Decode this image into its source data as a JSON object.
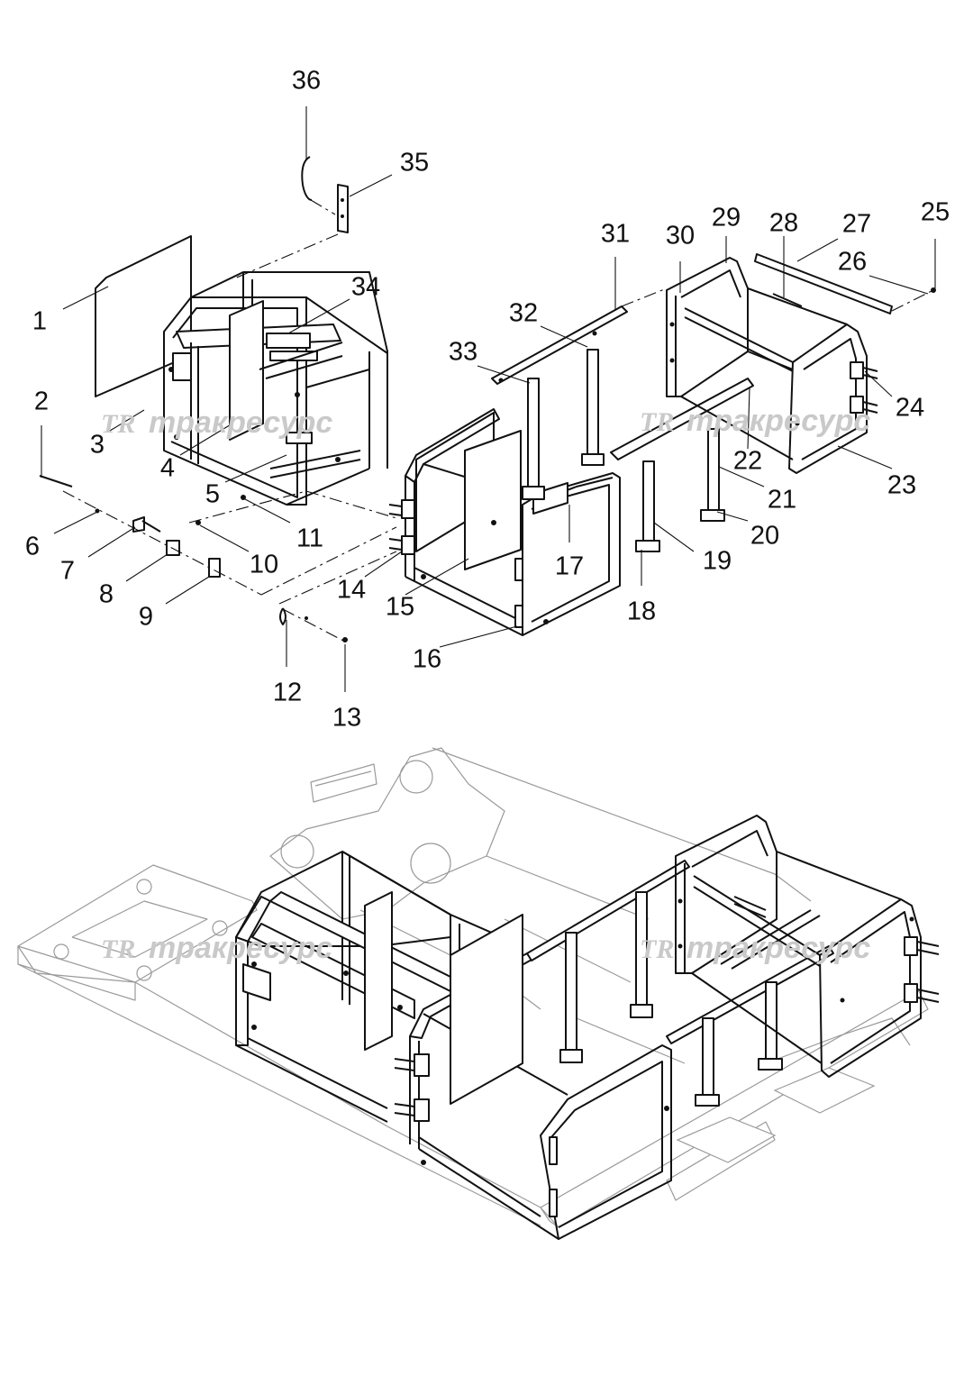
{
  "diagram": {
    "part_labels": [
      "1",
      "2",
      "3",
      "4",
      "5",
      "6",
      "7",
      "8",
      "9",
      "10",
      "11",
      "12",
      "13",
      "14",
      "15",
      "16",
      "17",
      "18",
      "19",
      "20",
      "21",
      "22",
      "23",
      "24",
      "25",
      "26",
      "27",
      "28",
      "29",
      "30",
      "31",
      "32",
      "33",
      "34",
      "35",
      "36"
    ],
    "watermark": {
      "logo": "TR",
      "text": "тракресурс"
    }
  }
}
